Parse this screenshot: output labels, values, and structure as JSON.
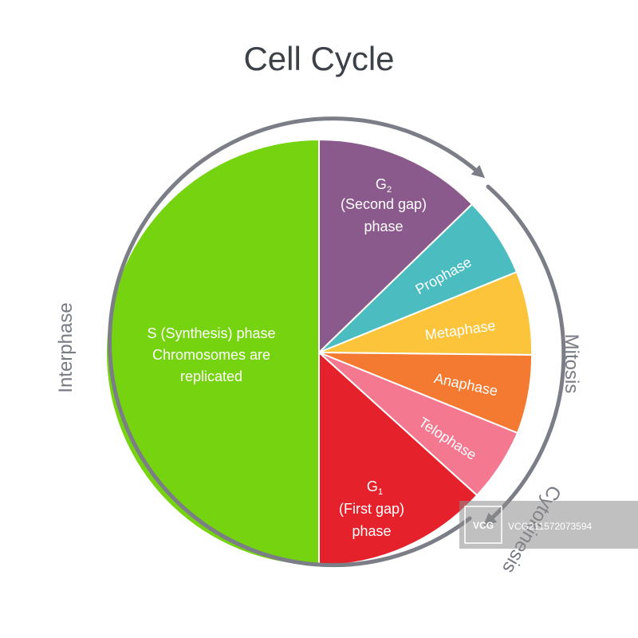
{
  "title": "Cell Cycle",
  "phases": [
    {
      "key": "s",
      "lines": [
        "S (Synthesis) phase",
        "Chromosomes are",
        "replicated"
      ],
      "color": "#75d40f"
    },
    {
      "key": "g2",
      "lines": [
        "G",
        "(Second gap)",
        "phase"
      ],
      "sub": "2",
      "color": "#8b5a8c"
    },
    {
      "key": "prophase",
      "lines": [
        "Prophase"
      ],
      "color": "#4bbdc1"
    },
    {
      "key": "metaphase",
      "lines": [
        "Metaphase"
      ],
      "color": "#fcc43a"
    },
    {
      "key": "anaphase",
      "lines": [
        "Anaphase"
      ],
      "color": "#f47a31"
    },
    {
      "key": "telophase",
      "lines": [
        "Telophase"
      ],
      "color": "#f4788f"
    },
    {
      "key": "g1",
      "lines": [
        "G",
        "(First gap)",
        "phase"
      ],
      "sub": "1",
      "color": "#e5222b"
    }
  ],
  "ring_labels": {
    "interphase": "Interphase",
    "mitosis": "Mitosis",
    "cytokinesis": "Cytokinesis"
  },
  "watermark": {
    "logo": "VCG",
    "id": "VCG211572073594"
  },
  "colors": {
    "ring": "#7b7e86",
    "title": "#3d4148"
  }
}
